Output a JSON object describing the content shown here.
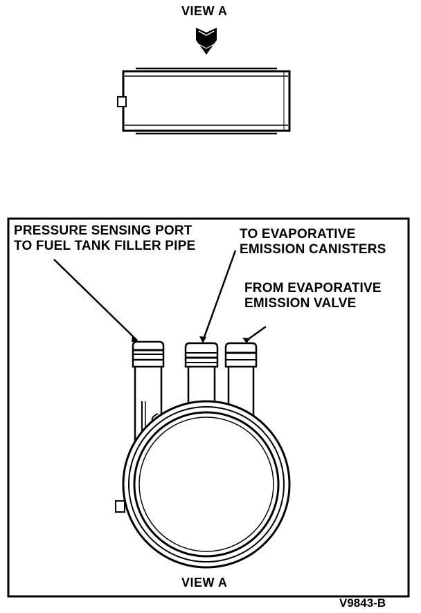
{
  "top_view": {
    "title": "VIEW A"
  },
  "detail": {
    "title": "VIEW A",
    "callouts": {
      "pressure_port_line1": "PRESSURE SENSING PORT",
      "pressure_port_line2": "TO FUEL TANK FILLER PIPE",
      "canisters_line1": "TO EVAPORATIVE",
      "canisters_line2": "EMISSION CANISTERS",
      "valve_line1": "FROM EVAPORATIVE",
      "valve_line2": "EMISSION VALVE"
    }
  },
  "figure_code": "V9843-B",
  "colors": {
    "ink": "#000000",
    "paper": "#ffffff"
  }
}
